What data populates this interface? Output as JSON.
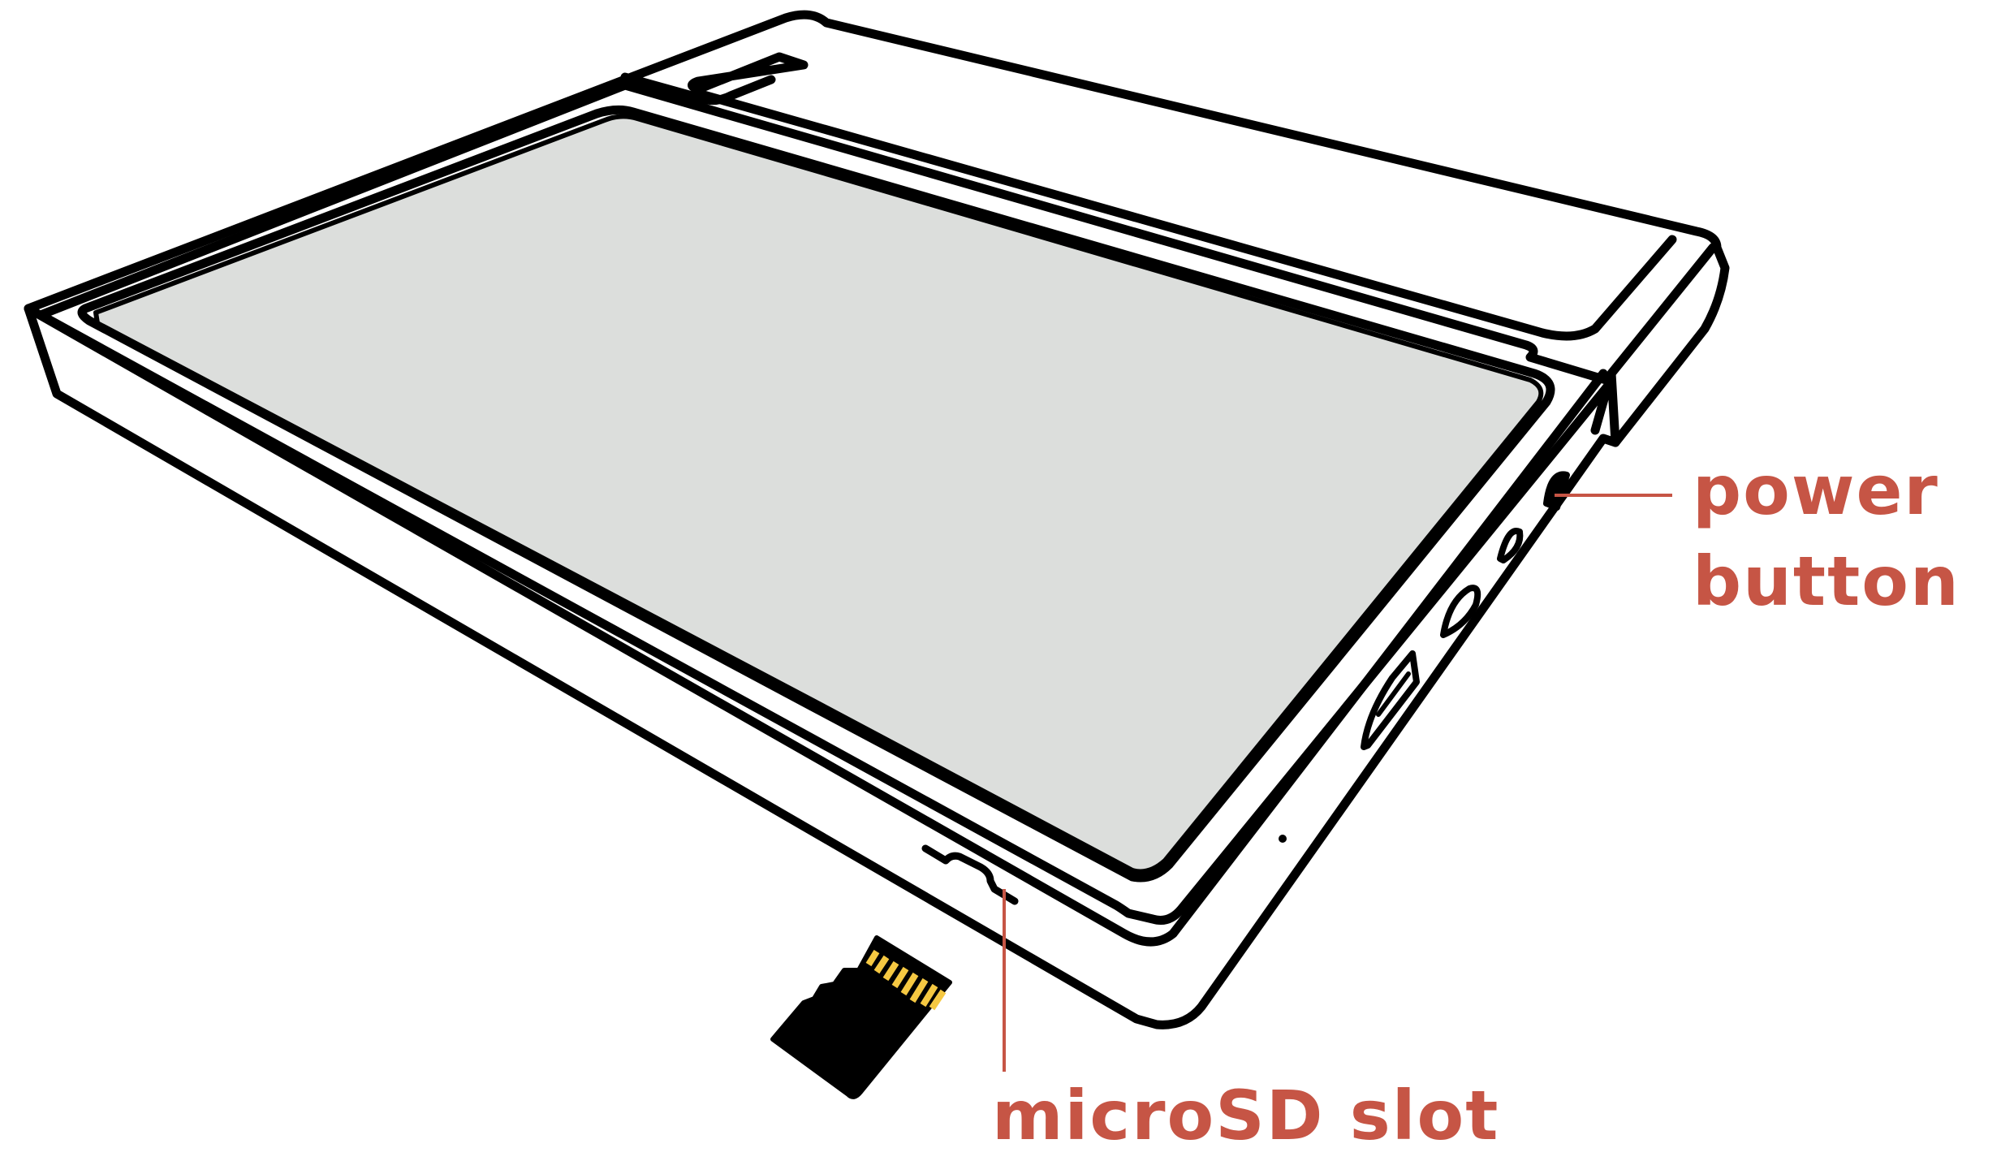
{
  "colors": {
    "outline": "#000000",
    "device_body": "#ffffff",
    "screen": "#dcdedc",
    "roller": "#000000",
    "card_body": "#000000",
    "card_contacts": "#f5c842",
    "callout": "#c65545"
  },
  "callouts": {
    "power_button": {
      "line1": "power",
      "line2": "button"
    },
    "microsd_slot": {
      "text": "microSD slot"
    }
  }
}
